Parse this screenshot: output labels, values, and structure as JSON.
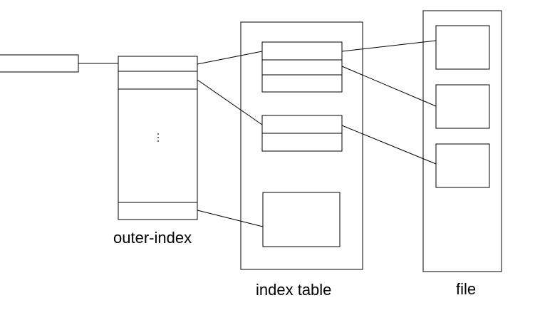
{
  "labels": {
    "outer_index": "outer-index",
    "index_table": "index table",
    "file": "file"
  },
  "colors": {
    "stroke": "#000000",
    "background": "#ffffff"
  }
}
